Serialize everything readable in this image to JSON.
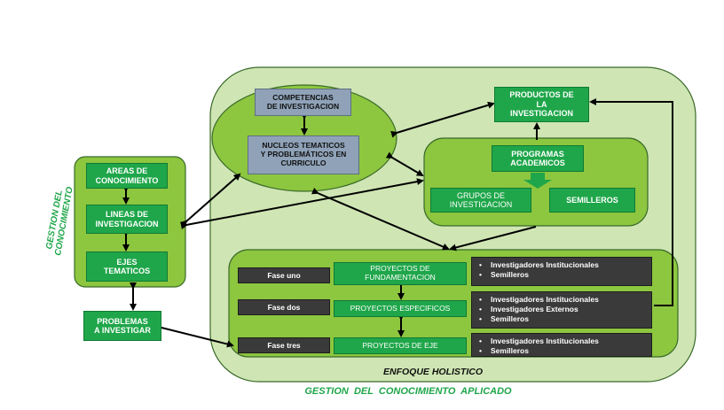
{
  "title_vertical": [
    "GESTION DEL",
    "CONOCIMIENTO"
  ],
  "left_panel": {
    "areas": [
      "AREAS DE",
      "CONOCIMIENTO"
    ],
    "lineas": [
      "LINEAS DE",
      "INVESTIGACION"
    ],
    "ejes": [
      "EJES",
      "TEMATICOS"
    ]
  },
  "problemas": [
    "PROBLEMAS",
    "A INVESTIGAR"
  ],
  "oval": {
    "competencias": [
      "COMPETENCIAS",
      "DE INVESTIGACION"
    ],
    "nucleos": [
      "NUCLEOS TEMATICOS",
      "Y PROBLEMÁTICOS EN",
      "CURRICULO"
    ]
  },
  "productos": [
    "PRODUCTOS DE",
    "LA",
    "INVESTIGACION"
  ],
  "programas_panel": {
    "programas": [
      "PROGRAMAS",
      "ACADEMICOS"
    ],
    "grupos": [
      "GRUPOS DE",
      "INVESTIGACION"
    ],
    "semilleros": "SEMILLEROS"
  },
  "fases": [
    {
      "fase": "Fase uno",
      "proyecto": [
        "PROYECTOS  DE",
        "FUNDAMENTACION"
      ],
      "items": [
        "Investigadores Institucionales",
        "Semilleros"
      ]
    },
    {
      "fase": "Fase  dos",
      "proyecto": [
        "PROYECTOS ESPECIFICOS"
      ],
      "items": [
        "Investigadores Institucionales",
        "Investigadores Externos",
        "Semilleros"
      ]
    },
    {
      "fase": "Fase  tres",
      "proyecto": [
        "PROYECTOS DE  EJE"
      ],
      "items": [
        "Investigadores Institucionales",
        "Semilleros"
      ]
    }
  ],
  "enfoque": "ENFOQUE HOLISTICO",
  "footer": "GESTION  DEL  CONOCIMIENTO  APLICADO",
  "colors": {
    "panel": "#cfe6b4",
    "panel_mid": "#8dc63f",
    "box": "#1fa64a",
    "gray": "#8fa2b8",
    "dark": "#3a3a3a"
  }
}
